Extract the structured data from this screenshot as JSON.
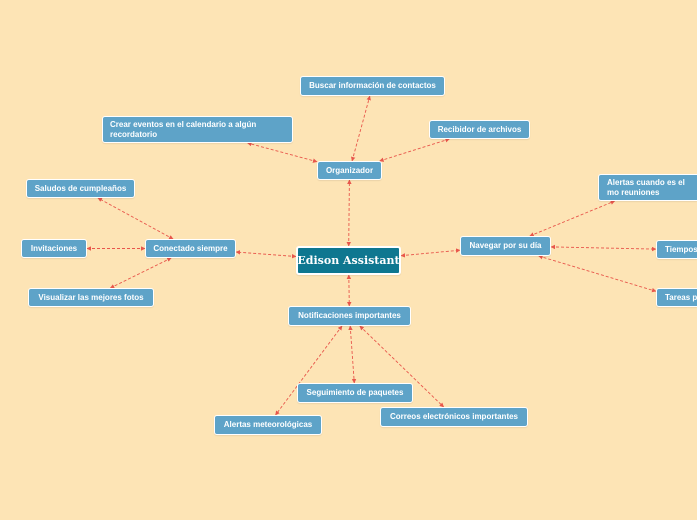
{
  "colors": {
    "background": "#fde4b5",
    "node": "#5ea3c8",
    "root": "#0e7790",
    "link": "#e8564b"
  },
  "root": {
    "label": "Edison Assistant"
  },
  "nodes": {
    "organizador": "Organizador",
    "buscar": "Buscar información de contactos",
    "crear_eventos": "Crear eventos en el calendario a algún recordatorio",
    "recibidor": "Recibidor de archivos",
    "conectado": "Conectado siempre",
    "saludos": "Saludos de cumpleaños",
    "invitaciones": "Invitaciones",
    "fotos": "Visualizar las mejores fotos",
    "navegar": "Navegar por su día",
    "alertas_reuniones": "Alertas cuando es el mo reuniones",
    "tiempos": "Tiempos",
    "tareas": "Tareas p",
    "notificaciones": "Notificaciones importantes",
    "seguimiento": "Seguimiento de paquetes",
    "meteorologicas": "Alertas meteorológicas",
    "correos": "Correos electrónicos importantes"
  },
  "links": [
    [
      "root",
      "organizador"
    ],
    [
      "organizador",
      "buscar"
    ],
    [
      "organizador",
      "crear_eventos"
    ],
    [
      "organizador",
      "recibidor"
    ],
    [
      "root",
      "conectado"
    ],
    [
      "conectado",
      "saludos"
    ],
    [
      "conectado",
      "invitaciones"
    ],
    [
      "conectado",
      "fotos"
    ],
    [
      "root",
      "navegar"
    ],
    [
      "navegar",
      "alertas_reuniones"
    ],
    [
      "navegar",
      "tiempos"
    ],
    [
      "navegar",
      "tareas"
    ],
    [
      "root",
      "notificaciones"
    ],
    [
      "notificaciones",
      "seguimiento"
    ],
    [
      "notificaciones",
      "meteorologicas"
    ],
    [
      "notificaciones",
      "correos"
    ]
  ]
}
